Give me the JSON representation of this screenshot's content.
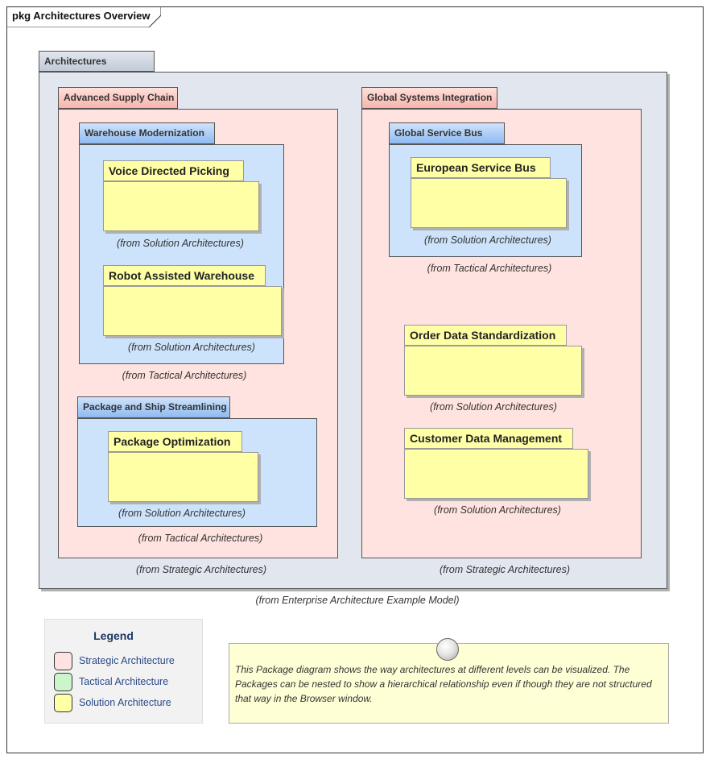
{
  "frame": {
    "title": "pkg Architectures Overview"
  },
  "root": {
    "name": "Architectures",
    "from": "(from Enterprise Architecture Example Model)"
  },
  "advanced_supply_chain": {
    "name": "Advanced Supply Chain",
    "from": "(from Strategic Architectures)",
    "warehouse_modernization": {
      "name": "Warehouse Modernization",
      "from": "(from Tactical Architectures)",
      "voice_directed_picking": {
        "name": "Voice Directed Picking",
        "from": "(from Solution Architectures)"
      },
      "robot_assisted_warehouse": {
        "name": "Robot Assisted Warehouse",
        "from": "(from Solution Architectures)"
      }
    },
    "package_and_ship": {
      "name": "Package and Ship Streamlining",
      "from": "(from Tactical Architectures)",
      "package_optimization": {
        "name": "Package Optimization",
        "from": "(from Solution Architectures)"
      }
    }
  },
  "global_systems_integration": {
    "name": "Global Systems Integration",
    "from": "(from Strategic Architectures)",
    "global_service_bus": {
      "name": "Global Service Bus",
      "from": "(from Tactical Architectures)",
      "european_service_bus": {
        "name": "European Service Bus",
        "from": "(from Solution Architectures)"
      }
    },
    "order_data_standardization": {
      "name": "Order Data Standardization",
      "from": "(from Solution Architectures)"
    },
    "customer_data_management": {
      "name": "Customer Data Management",
      "from": "(from Solution Architectures)"
    }
  },
  "legend": {
    "title": "Legend",
    "items": [
      {
        "label": "Strategic Architecture",
        "color": "#ffe3e0"
      },
      {
        "label": "Tactical Architecture",
        "color": "#ccf5cc"
      },
      {
        "label": "Solution Architecture",
        "color": "#ffffa6"
      }
    ]
  },
  "note": {
    "text": "This Package diagram shows the way architectures at different levels can be visualized.  The Packages can be nested to show a hierarchical relationship even if though they are not structured that way in the Browser window."
  },
  "colors": {
    "strategic": "#ffe3e0",
    "tactical": "#cce3fb",
    "solution": "#ffffa6",
    "root": "#e1e6ef"
  }
}
